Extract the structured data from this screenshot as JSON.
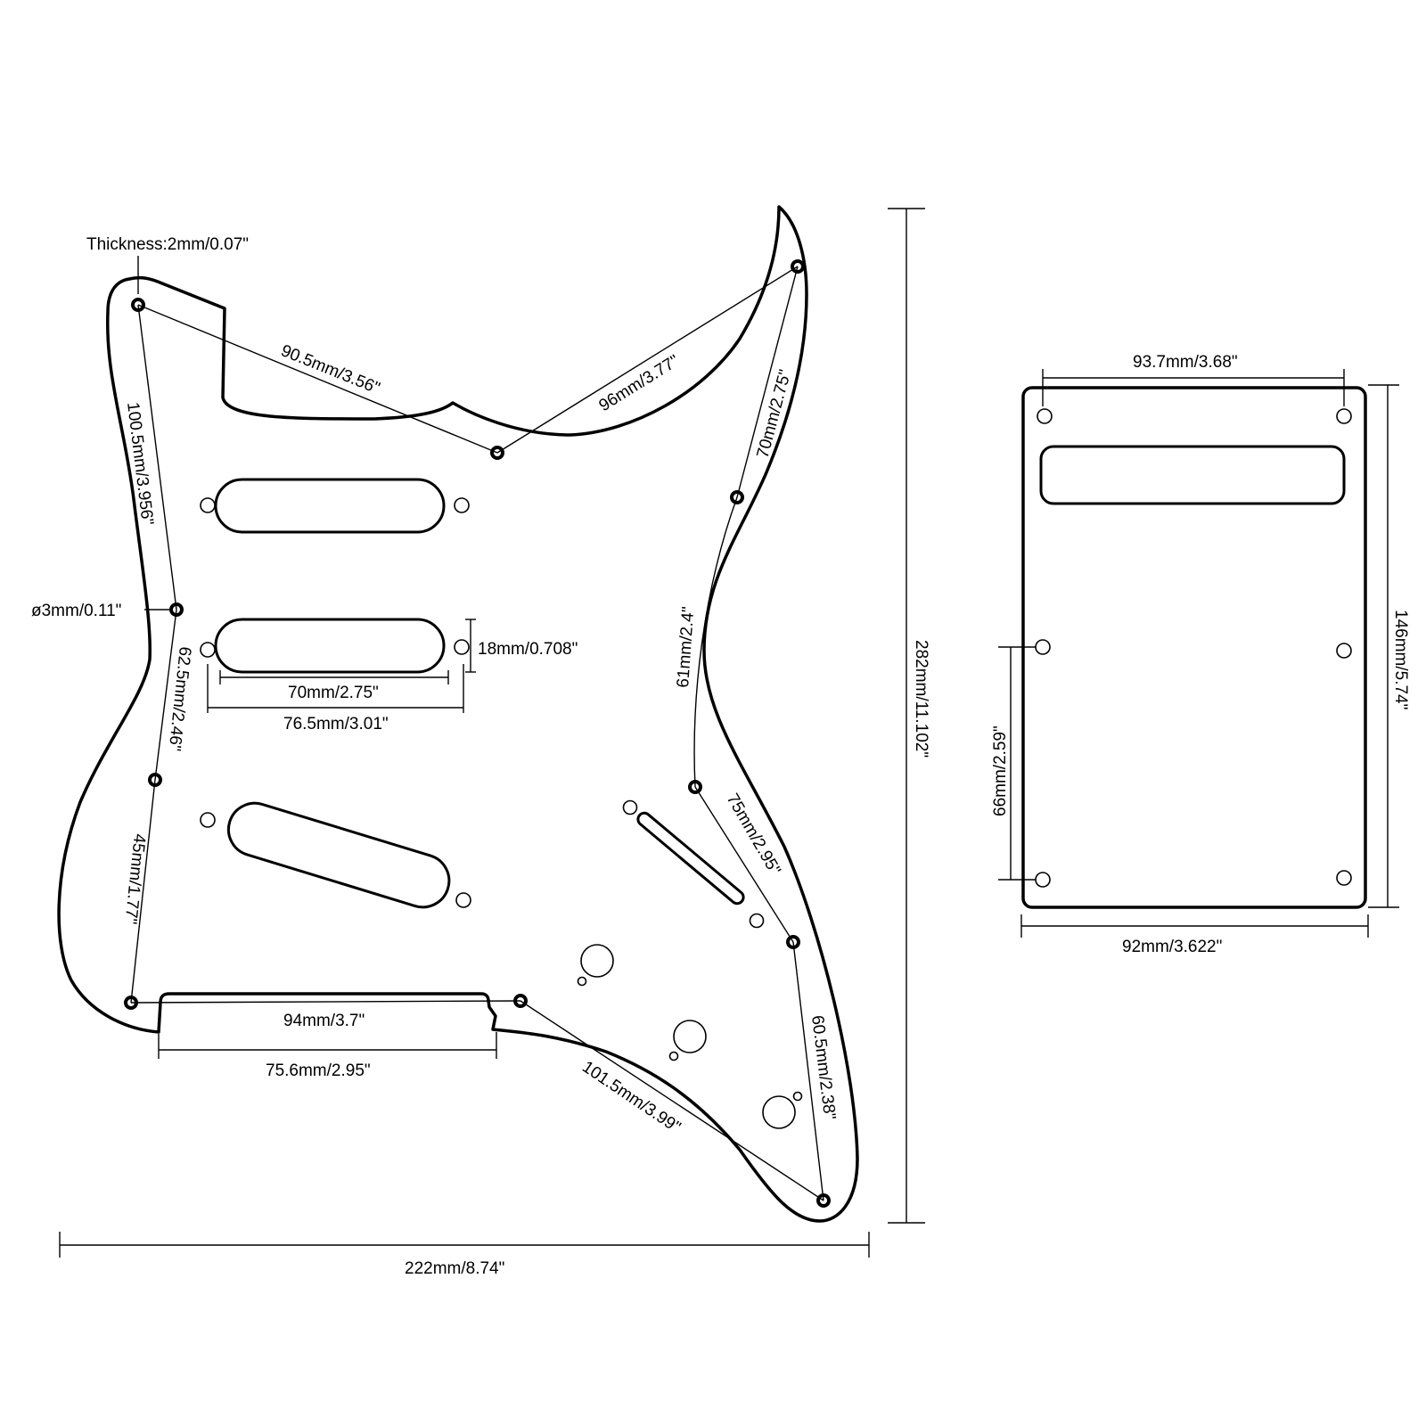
{
  "pickguard": {
    "thickness": "Thickness:2mm/0.07\"",
    "hole_diameter": "ø3mm/0.11\"",
    "top_left_to_mid": "90.5mm/3.56\"",
    "mid_to_horn": "96mm/3.77\"",
    "left_upper": "100.5mm/3.956\"",
    "left_middle": "62.5mm/2.46\"",
    "left_lower": "45mm/1.77\"",
    "right_upper": "70mm/2.75\"",
    "right_middle": "61mm/2.4\"",
    "right_lower": "75mm/2.95\"",
    "right_bottom": "60.5mm/2.38\"",
    "bottom_diag": "101.5mm/3.99\"",
    "bottom_straight": "94mm/3.7\"",
    "pickup_height": "18mm/0.708\"",
    "pickup_length": "70mm/2.75\"",
    "pickup_screw_span": "76.5mm/3.01\"",
    "jack_notch": "75.6mm/2.95\"",
    "overall_width": "222mm/8.74\"",
    "overall_height": "282mm/11.102\""
  },
  "backplate": {
    "top_hole_span": "93.7mm/3.68\"",
    "height": "146mm/5.74\"",
    "hole_vertical_span": "66mm/2.59\"",
    "width": "92mm/3.622\""
  }
}
